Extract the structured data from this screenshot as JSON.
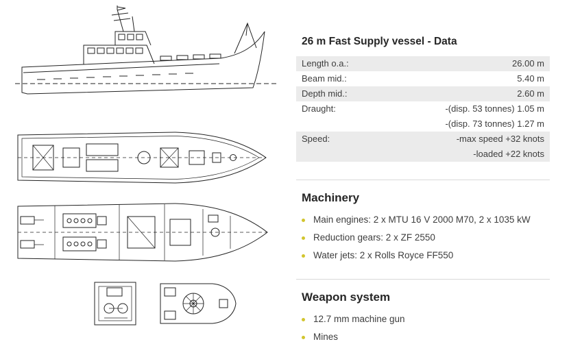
{
  "colors": {
    "accent_bullet": "#d2c52e",
    "row_shade": "#ebebeb",
    "heading": "#262626",
    "text": "#3d3d3d",
    "divider": "#d9d9d9"
  },
  "data_panel": {
    "title": "26 m Fast Supply vessel - Data",
    "rows": [
      {
        "label": "Length o.a.:",
        "values": [
          "26.00 m"
        ]
      },
      {
        "label": "Beam mid.:",
        "values": [
          "5.40 m"
        ]
      },
      {
        "label": "Depth mid.:",
        "values": [
          "2.60 m"
        ]
      },
      {
        "label": "Draught:",
        "values": [
          "-(disp. 53 tonnes) 1.05 m",
          "-(disp. 73 tonnes) 1.27 m"
        ]
      },
      {
        "label": "Speed:",
        "values": [
          "-max speed +32 knots",
          "-loaded +22 knots"
        ]
      }
    ]
  },
  "machinery": {
    "title": "Machinery",
    "items": [
      "Main engines: 2 x MTU 16 V 2000 M70, 2 x 1035 kW",
      "Reduction gears: 2 x ZF 2550",
      "Water jets: 2 x Rolls Royce FF550"
    ]
  },
  "weapon_system": {
    "title": "Weapon system",
    "items": [
      "12.7 mm machine gun",
      "Mines"
    ]
  }
}
